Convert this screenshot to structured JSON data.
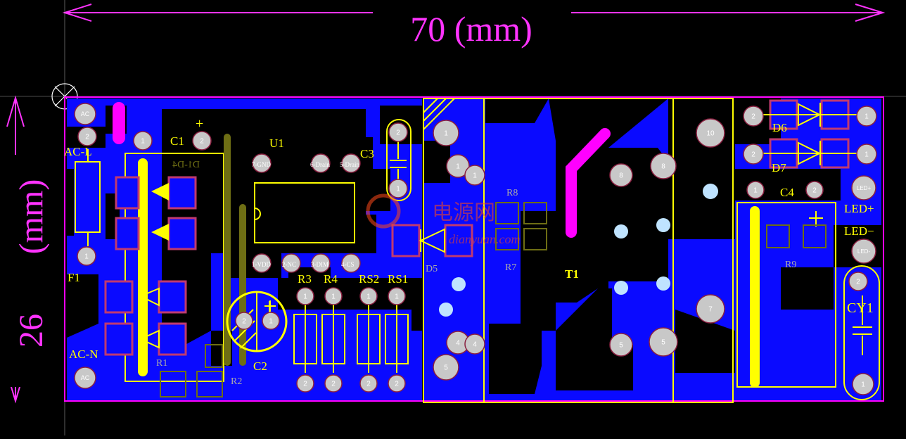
{
  "dimensions": {
    "width_label": "70  (mm)",
    "height_value": "26",
    "height_unit": "(mm)"
  },
  "colors": {
    "background": "#000000",
    "copper": "#0a0aff",
    "outline": "#ff00ff",
    "silkscreen": "#ffff00",
    "dim_magenta": "#ff33ff",
    "pad": "#c8c8c8",
    "dark_silk": "#6e6e14"
  },
  "labels": {
    "ac_top": "AC",
    "ac_bottom": "AC",
    "ac_l": "AC-L",
    "ac_n": "AC-N",
    "f1": "F1",
    "c1": "C1",
    "c1_plus": "+",
    "d1d4": "D1-D4",
    "u1": "U1",
    "c2": "C2",
    "c3": "C3",
    "c4": "C4",
    "r3": "R3",
    "r4": "R4",
    "rs2": "RS2",
    "rs1": "RS1",
    "r1": "R1",
    "r2": "R2",
    "r7": "R7",
    "r8": "R8",
    "r9": "R9",
    "d5": "D5",
    "d6": "D6",
    "d7": "D7",
    "t1": "T1",
    "cy1": "CY1",
    "led_plus": "LED+",
    "led_minus": "LED−",
    "led_plus_pad": "LED+",
    "led_minus_pad": "LED-",
    "u1_pin_gnd": "7-GND",
    "u1_pin_drain_a": "6-Drain",
    "u1_pin_drain_b": "5-Drain",
    "u1_pin_vdd": "1-VDD",
    "u1_pin_nc": "2-NC",
    "u1_pin_dim": "3-DIM",
    "u1_pin_cs": "4-CS",
    "watermark": "电源网",
    "watermark_url": "dianyuan.com"
  },
  "pads": {
    "one": "1",
    "two": "2",
    "four": "4",
    "five": "5",
    "seven": "7",
    "eight": "8",
    "ten": "10"
  }
}
